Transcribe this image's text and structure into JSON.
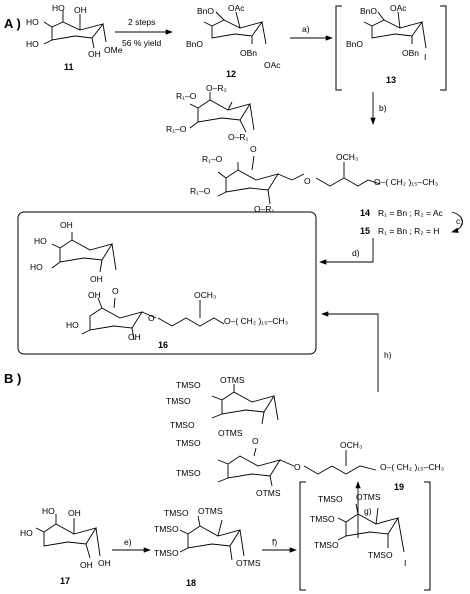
{
  "sections": {
    "A": "A )",
    "B": "B )"
  },
  "compounds": {
    "c11": {
      "number": "11",
      "labels": {
        "ho1": "HO",
        "oh1": "OH",
        "ho2": "HO",
        "ho3": "HO",
        "oh2": "OH",
        "ome": "OMe"
      }
    },
    "c12": {
      "number": "12",
      "labels": {
        "bno1": "BnO",
        "oac1": "OAc",
        "bno2": "BnO",
        "obn": "OBn",
        "oac2": "OAc"
      }
    },
    "c13": {
      "number": "13",
      "labels": {
        "bno1": "BnO",
        "oac": "OAc",
        "bno2": "BnO",
        "obn": "OBn",
        "i": "I"
      }
    },
    "c14_15": {
      "labels": {
        "r1o_top": "R₁–O",
        "o_r2": "O–R₂",
        "r1o_mid": "R₁–O",
        "o_r1_a": "O–R₁",
        "o_link": "O",
        "r1o_low": "R₁–O",
        "r1o_low2": "R₁–O",
        "o_r1_b": "O–R₁",
        "o_a": "O",
        "och3": "OCH₃",
        "chain": "O–( CH₂ )₁₅–CH₃"
      },
      "def14": {
        "number": "14",
        "text": "R₁ = Bn ; R₂ = Ac"
      },
      "def15": {
        "number": "15",
        "text": "R₁ = Bn ; R₂ = H"
      }
    },
    "c16": {
      "number": "16",
      "labels": {
        "oh_top": "OH",
        "ho_a": "HO",
        "ho_b": "HO",
        "oh_c": "OH",
        "o_link": "O",
        "oh_d": "OH",
        "ho_e": "HO",
        "o_a": "O",
        "och3": "OCH₃",
        "chain": "O–( CH₂ )₁₅–CH₃",
        "oh_f": "OH"
      }
    },
    "c17": {
      "number": "17",
      "labels": {
        "ho1": "HO",
        "oh1": "OH",
        "ho2": "HO",
        "oh2": "OH",
        "oh3": "OH"
      }
    },
    "c18": {
      "number": "18",
      "labels": {
        "tmso1": "TMSO",
        "otms1": "OTMS",
        "tmso2": "TMSO",
        "tmso3": "TMSO",
        "otms2": "OTMS"
      }
    },
    "c19": {
      "number": "19",
      "labels": {
        "tmso1": "TMSO",
        "otms1": "OTMS",
        "tmso2": "TMSO",
        "tmso3": "TMSO",
        "o_link": "O",
        "tmso4": "TMSO",
        "otms2": "OTMS",
        "tmso5": "TMSO",
        "otms3": "OTMS",
        "o_a": "O",
        "och3": "OCH₃",
        "chain": "O–( CH₂ )₁₅–CH₃"
      }
    },
    "cIodide": {
      "labels": {
        "tmso1": "TMSO",
        "otms": "OTMS",
        "tmso2": "TMSO",
        "tmso3": "TMSO",
        "i": "I"
      }
    }
  },
  "arrows": {
    "steps2": {
      "top": "2 steps",
      "bottom": "56 % yield"
    },
    "a": "a)",
    "b": "b)",
    "c": "c)",
    "d": "d)",
    "e": "e)",
    "f": "f)",
    "g": "g)",
    "h": "h)"
  }
}
